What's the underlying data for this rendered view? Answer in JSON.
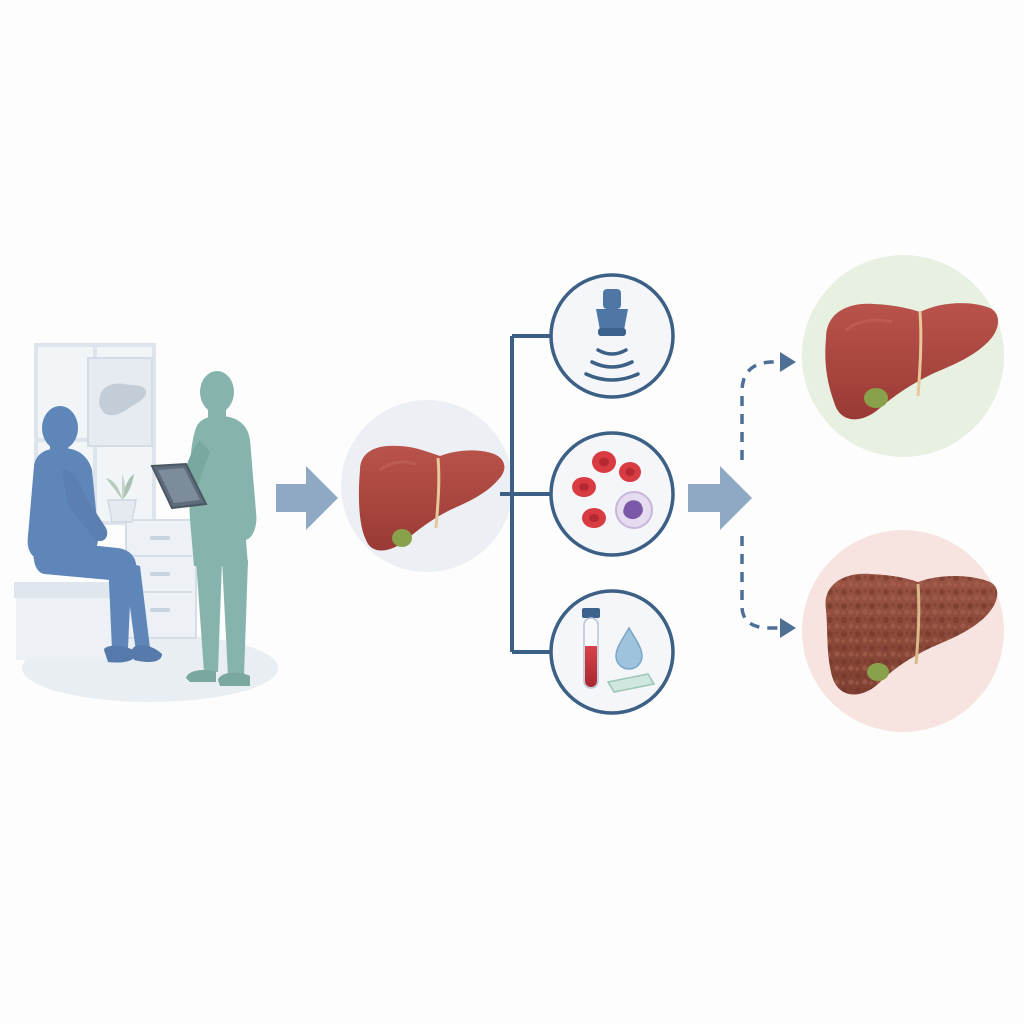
{
  "diagram": {
    "stages": [
      "consultation-scene",
      "liver-assessment",
      "diagnostic-tests",
      "outcomes"
    ],
    "tests": [
      "ultrasound-probe",
      "blood-cells",
      "blood-sample-tube"
    ],
    "outcomes": [
      "healthy-liver",
      "cirrhotic-liver"
    ],
    "colors": {
      "arrow": "#8fa9c4",
      "connector": "#3c5f86",
      "liver": "#a9423c",
      "liver_cirrhotic": "#8e4a3a",
      "patient": "#5f86b9",
      "clinician": "#86b4ad",
      "healthy_bg": "#e8f0e1",
      "disease_bg": "#f7e4e1",
      "neutral_bg": "#eceff3"
    }
  }
}
